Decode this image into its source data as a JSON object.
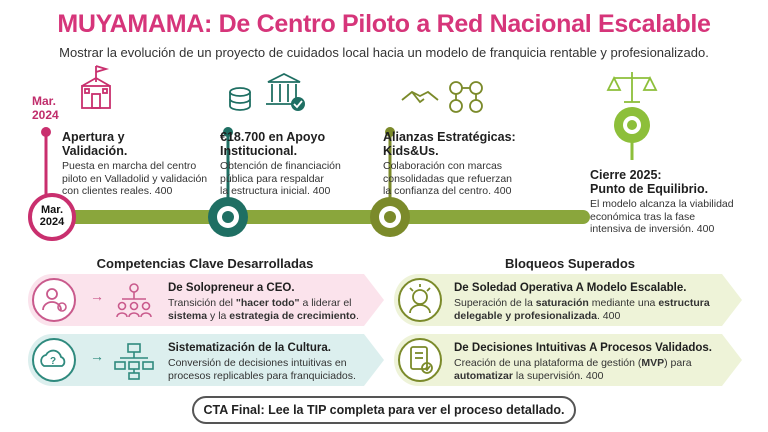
{
  "header": {
    "title": "MUYAMAMA: De Centro Piloto a Red Nacional Escalable",
    "subtitle": "Mostrar la evolución de un proyecto de cuidados local hacia un modelo de franquicia rentable y profesionalizado."
  },
  "timeline": {
    "start_date_top": "Mar.\n2024",
    "start_date_badge": "Mar.\n2024",
    "milestones": [
      {
        "title": "Apertura y\nValidación.",
        "text": "Puesta en marcha del centro\npiloto en Valladolid y validación\ncon clientes reales. 400",
        "color": "#c92f6e",
        "icon": "school-building-icon"
      },
      {
        "title": "€18.700 en Apoyo\nInstitucional.",
        "text": "Obtención de financiación\npública para respaldar\nla estructura inicial. 400",
        "color": "#1f6f63",
        "icon": "coins-government-icon"
      },
      {
        "title": "Alianzas Estratégicas:\nKids&Us.",
        "text": "Colaboración con marcas\nconsolidadas que refuerzan\nla confianza del centro. 400",
        "color": "#7b8a2a",
        "icon": "handshake-network-icon"
      },
      {
        "title": "Cierre 2025:\nPunto de Equilibrio.",
        "text": "El modelo alcanza la viabilidad\neconómica tras la fase\nintensiva de inversión. 400",
        "color": "#8dbf3a",
        "icon": "balance-scale-icon"
      }
    ]
  },
  "competencias": {
    "heading": "Competencias Clave Desarrolladas",
    "cards": [
      {
        "title": "De Solopreneur a CEO.",
        "text_parts": [
          "Transición del ",
          "\"hacer todo\"",
          " a liderar el\n",
          "sistema",
          " y la ",
          "estrategia de crecimiento",
          "."
        ]
      },
      {
        "title": "Sistematización de la Cultura.",
        "text_parts": [
          "Conversión de decisiones intuitivas en\nprocesos replicables para franquiciados."
        ]
      }
    ]
  },
  "bloqueos": {
    "heading": "Bloqueos Superados",
    "cards": [
      {
        "title": "De Soledad Operativa    A Modelo Escalable.",
        "text_parts": [
          "Superación de la ",
          "saturación",
          " mediante una ",
          "estructura\ndelegable y profesionalizada",
          ". 400"
        ]
      },
      {
        "title": "De Decisiones Intuitivas    A Procesos Validados.",
        "text_parts": [
          "Creación de una plataforma de gestión (",
          "MVP",
          ") para\n",
          "automatizar",
          " la supervisión. 400"
        ]
      }
    ]
  },
  "cta": {
    "label": "CTA Final: Lee la TIP completa para ver el proceso detallado."
  },
  "colors": {
    "pink": "#d6357a",
    "teal": "#1f6f63",
    "olive": "#7b8a2a",
    "green": "#8dbf3a"
  }
}
